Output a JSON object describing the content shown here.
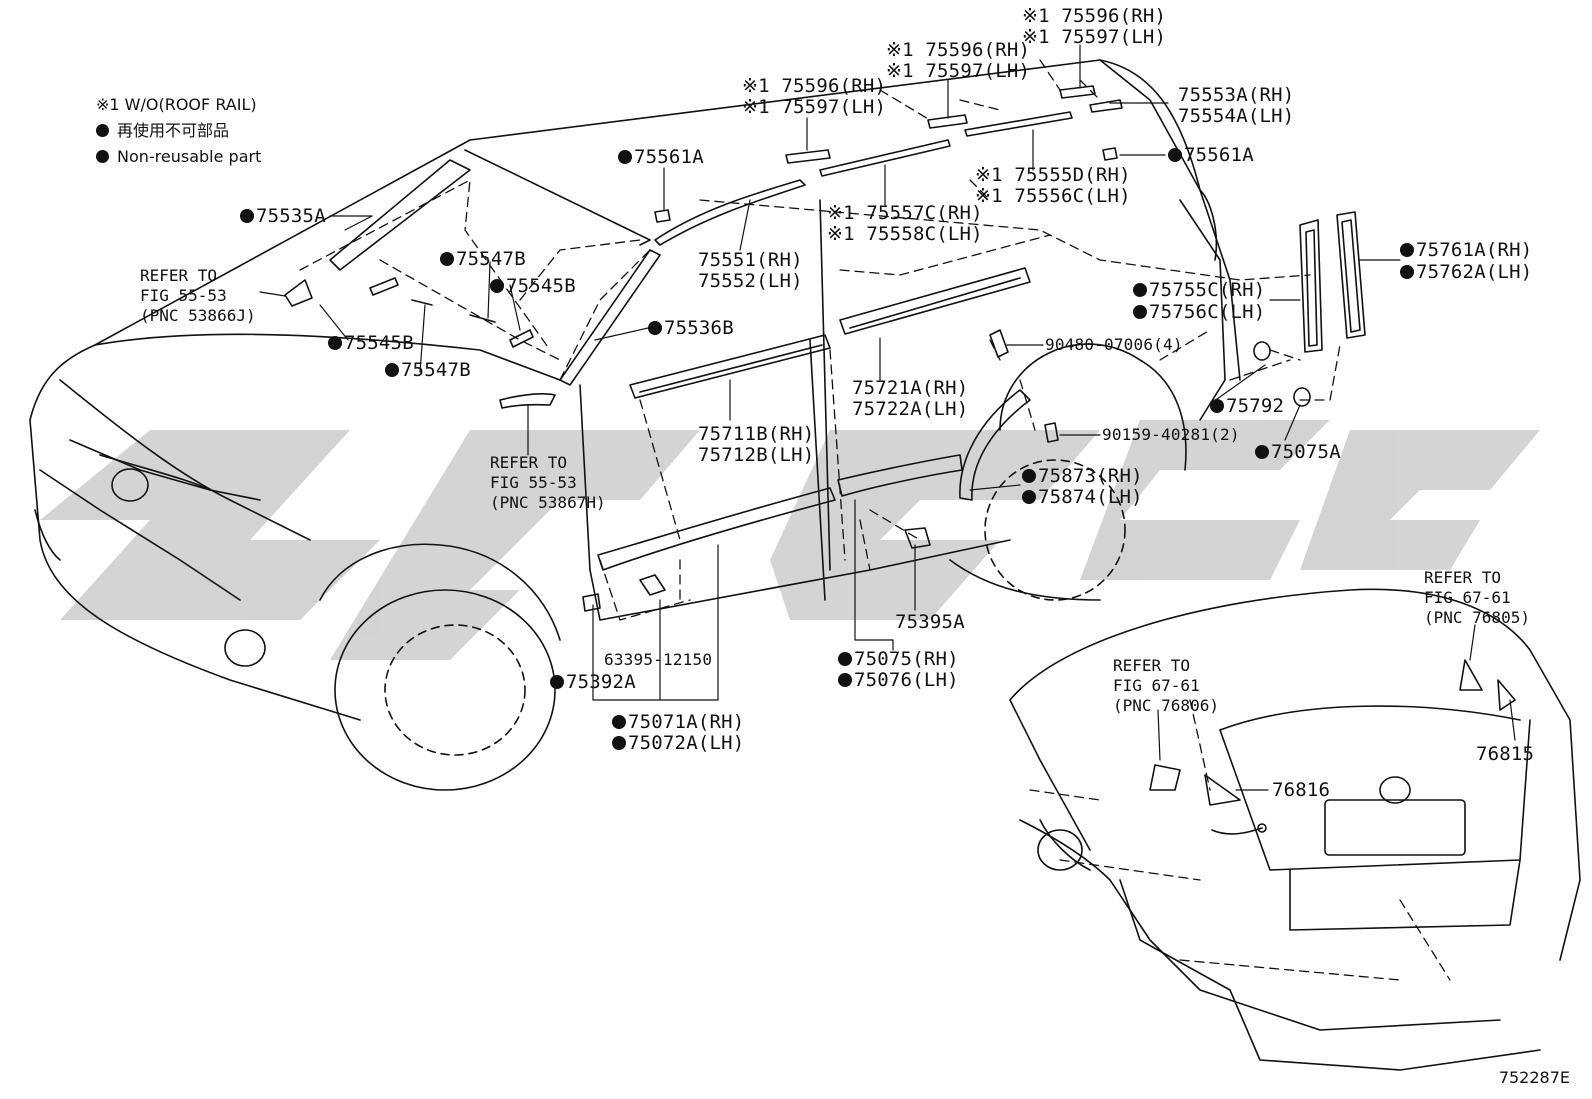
{
  "legend": {
    "note": "※1 W/O(ROOF RAIL)",
    "jp": "再使用不可部品",
    "en": "Non-reusable part"
  },
  "labels": {
    "l75596_top_rh": "※1 75596(RH)",
    "l75597_top_lh": "※1 75597(LH)",
    "l75596_mid_rh": "※1 75596(RH)",
    "l75597_mid_lh": "※1 75597(LH)",
    "l75596_left_rh": "※1 75596(RH)",
    "l75597_left_lh": "※1 75597(LH)",
    "l75553a": "75553A(RH)",
    "l75554a": "75554A(LH)",
    "l75561a_right": "75561A",
    "l75561a_left": "75561A",
    "l75555d": "※1 75555D(RH)",
    "l75556c": "※1 75556C(LH)",
    "l75557c": "※1 75557C(RH)",
    "l75558c": "※1 75558C(LH)",
    "l75535a": "75535A",
    "l75551": "75551(RH)",
    "l75552": "75552(LH)",
    "l75547b_top": "75547B",
    "l75545b_top": "75545B",
    "l75545b_low": "75545B",
    "l75547b_low": "75547B",
    "l75536b": "75536B",
    "l75761a": "75761A(RH)",
    "l75762a": "75762A(LH)",
    "l75755c": "75755C(RH)",
    "l75756c": "75756C(LH)",
    "l90480": "90480-07006(4)",
    "l75721a": "75721A(RH)",
    "l75722a": "75722A(LH)",
    "l75711b": "75711B(RH)",
    "l75712b": "75712B(LH)",
    "l75792": "75792",
    "l90159": "90159-40281(2)",
    "l75075a": "75075A",
    "l75873": "75873(RH)",
    "l75874": "75874(LH)",
    "l75395a": "75395A",
    "l63395": "63395-12150",
    "l75075": "75075(RH)",
    "l75076": "75076(LH)",
    "l75392a": "75392A",
    "l75071a": "75071A(RH)",
    "l75072a": "75072A(LH)",
    "l76816": "76816",
    "l76815": "76815"
  },
  "refs": {
    "r1": [
      "REFER TO",
      "FIG 55-53",
      "(PNC 53866J)"
    ],
    "r2": [
      "REFER TO",
      "FIG 55-53",
      "(PNC 53867H)"
    ],
    "r3": [
      "REFER TO",
      "FIG 67-61",
      "(PNC 76806)"
    ],
    "r4": [
      "REFER TO",
      "FIG 67-61",
      "(PNC 76805)"
    ]
  },
  "footer": "752287E"
}
